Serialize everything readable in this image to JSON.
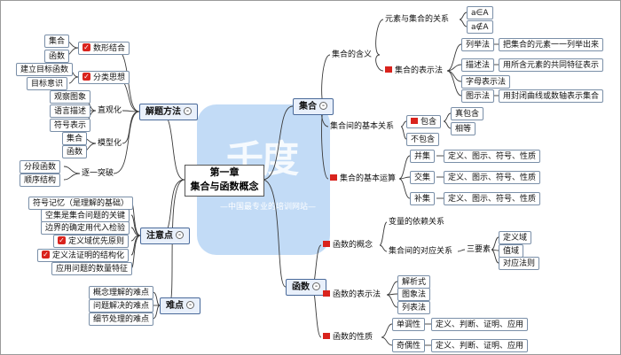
{
  "central": {
    "line1": "第一章",
    "line2": "集合与函数概念"
  },
  "watermark": {
    "logo": "千度",
    "slogan": "—中国最专业的培训网站—"
  },
  "left": {
    "method": "解题方法",
    "shape_number": "数形结合",
    "set": "集合",
    "func": "函数",
    "classify": "分类思想",
    "build_target": "建立目标函数",
    "target_meaning": "目标意识",
    "visualize": "直观化",
    "observe": "观察图象",
    "lang": "语言描述",
    "symbol": "符号表示",
    "model": "模型化",
    "model_set": "集合",
    "model_func": "函数",
    "breakthrough": "逐一突破",
    "piecewise": "分段函数",
    "order": "顺序结构",
    "attention": "注意点",
    "att1": "符号记忆（是理解的基础）",
    "att2": "空集是集合问题的关键",
    "att3": "边界的确定用代入检验",
    "att4": "定义域优先原则",
    "att5": "定义法证明的结构化",
    "att6": "应用问题的数量特征",
    "difficulty": "难点",
    "diff1": "概念理解的难点",
    "diff2": "问题解决的难点",
    "diff3": "细节处理的难点"
  },
  "right": {
    "sets": "集合",
    "meaning": "集合的含义",
    "relation_elem": "元素与集合的关系",
    "a_in": "a∈A",
    "a_notin": "a∉A",
    "representation": "集合的表示法",
    "enum": "列举法",
    "enum_desc": "把集合的元素一一列举出来",
    "describe": "描述法",
    "describe_desc": "用所含元素的共同特征表示",
    "letter": "字母表示法",
    "diagram": "图示法",
    "diagram_desc": "用封闭曲线或数轴表示集合",
    "basic_relation": "集合间的基本关系",
    "contain": "包含",
    "proper": "真包含",
    "equal": "相等",
    "not_contain": "不包含",
    "operation": "集合的基本运算",
    "union": "并集",
    "intersection": "交集",
    "complement": "补集",
    "op_desc": "定义、图示、符号、性质",
    "functions": "函数",
    "concept": "函数的概念",
    "dependency": "变量的依赖关系",
    "correspondence": "集合间的对应关系",
    "three_elements": "三要素",
    "domain": "定义域",
    "range": "值域",
    "rule": "对应法则",
    "func_repr": "函数的表示法",
    "analytic": "解析式",
    "graph": "图象法",
    "table": "列表法",
    "props": "函数的性质",
    "monotonic": "单调性",
    "parity": "奇偶性",
    "prop_desc": "定义、判断、证明、应用"
  },
  "colors": {
    "line": "#3a3a3a",
    "flag": "#d9231d",
    "key_bg": "#e9f0fb",
    "watermark": "#78afeb"
  }
}
